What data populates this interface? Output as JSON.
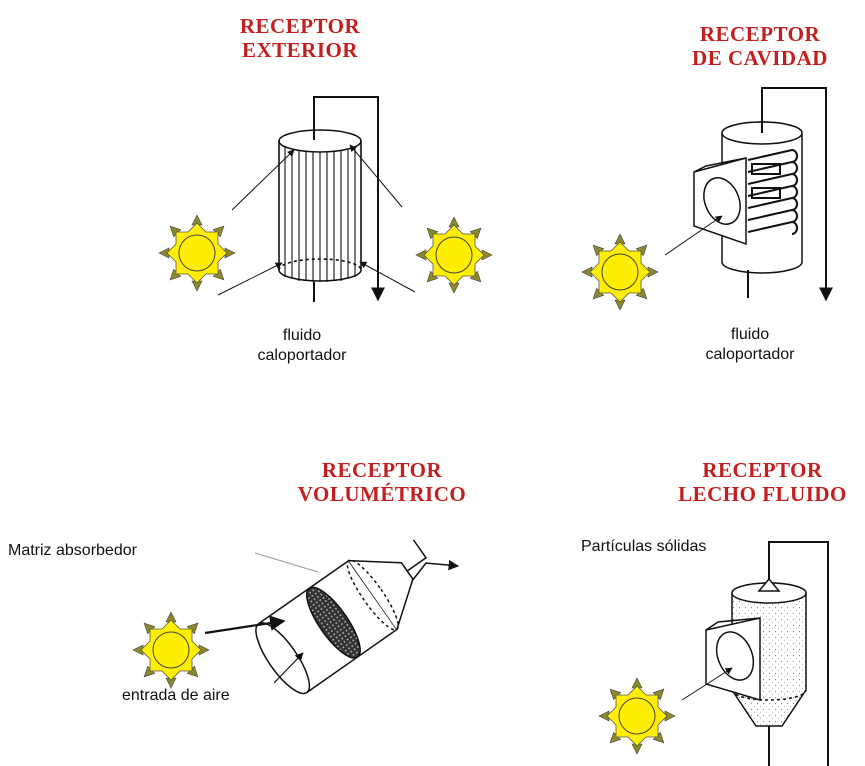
{
  "panels": {
    "exterior": {
      "title_line1": "RECEPTOR",
      "title_line2": "EXTERIOR",
      "label_line1": "fluido",
      "label_line2": "caloportador"
    },
    "cavidad": {
      "title_line1": "RECEPTOR",
      "title_line2": "DE CAVIDAD",
      "label_line1": "fluido",
      "label_line2": "caloportador"
    },
    "volumetrico": {
      "title_line1": "RECEPTOR",
      "title_line2": "VOLUMÉTRICO",
      "matrix_label": "Matriz absorbedor",
      "air_label": "entrada de aire"
    },
    "lecho": {
      "title_line1": "RECEPTOR",
      "title_line2": "LECHO FLUIDO",
      "particles_label": "Partículas sólidas"
    }
  },
  "colors": {
    "title": "#c41e1e",
    "sun_fill": "#ffee00",
    "sun_ray": "#8a8a2a",
    "line": "#111111"
  },
  "icons": [
    "sun-icon"
  ]
}
